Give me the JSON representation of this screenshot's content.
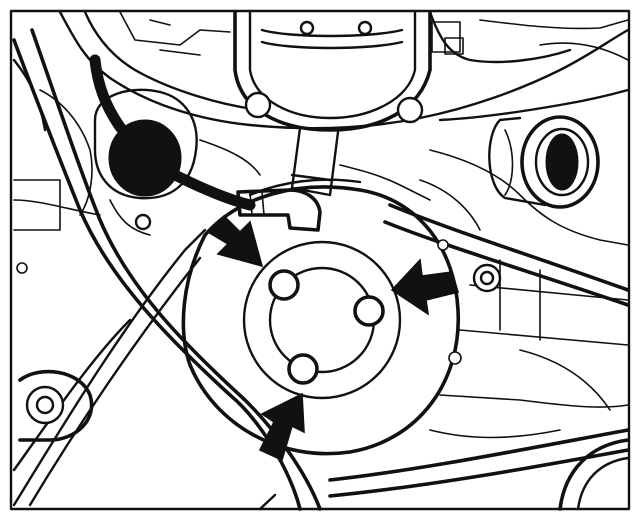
{
  "figure": {
    "subject": "component-with-three-bolts",
    "callout_arrows": 3,
    "bolts": 3,
    "colors": {
      "line": "#111111",
      "background": "#ffffff",
      "arrow_fill": "#111111"
    }
  }
}
